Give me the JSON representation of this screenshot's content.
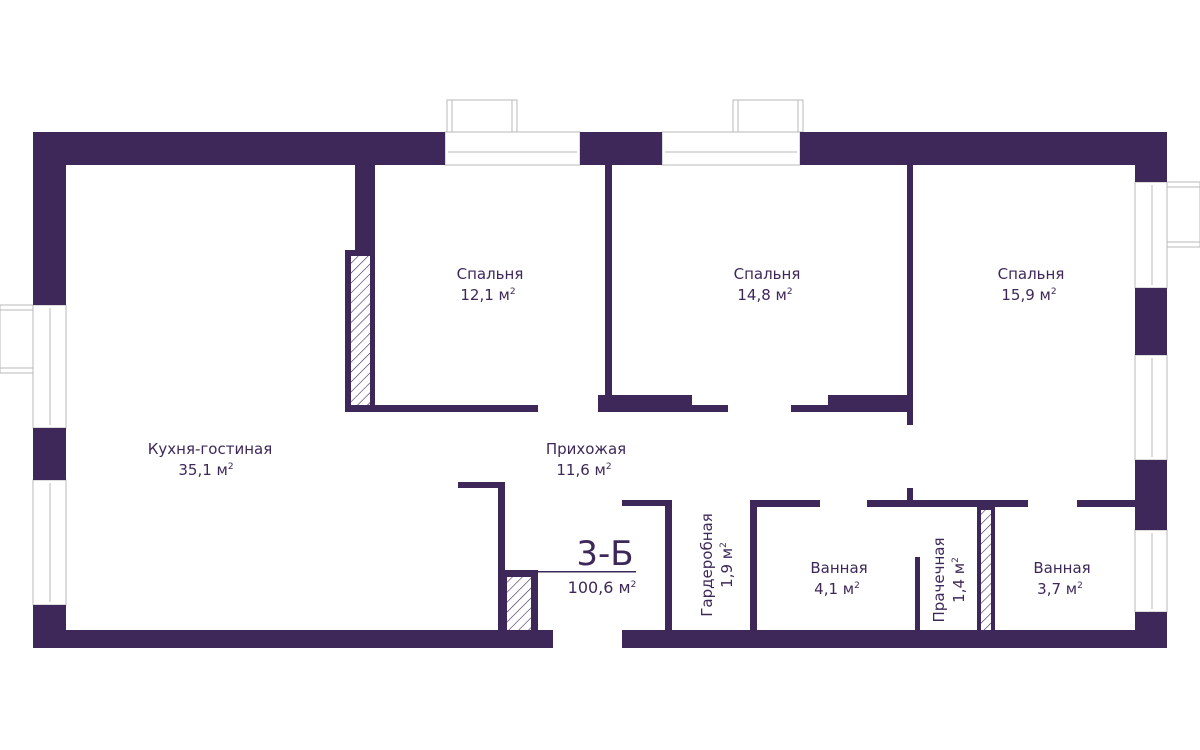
{
  "plan": {
    "unit_code": "3-Б",
    "total_area": "100,6 м",
    "accent_color": "#3e2859",
    "rooms": [
      {
        "name": "Кухня-гостиная",
        "area": "35,1 м"
      },
      {
        "name": "Спальня",
        "area": "12,1 м"
      },
      {
        "name": "Спальня",
        "area": "14,8 м"
      },
      {
        "name": "Спальня",
        "area": "15,9 м"
      },
      {
        "name": "Прихожая",
        "area": "11,6 м"
      },
      {
        "name": "Гардеробная",
        "area": "1,9 м"
      },
      {
        "name": "Ванная",
        "area": "4,1 м"
      },
      {
        "name": "Прачечная",
        "area": "1,4 м"
      },
      {
        "name": "Ванная",
        "area": "3,7 м"
      }
    ],
    "sup": "2"
  }
}
